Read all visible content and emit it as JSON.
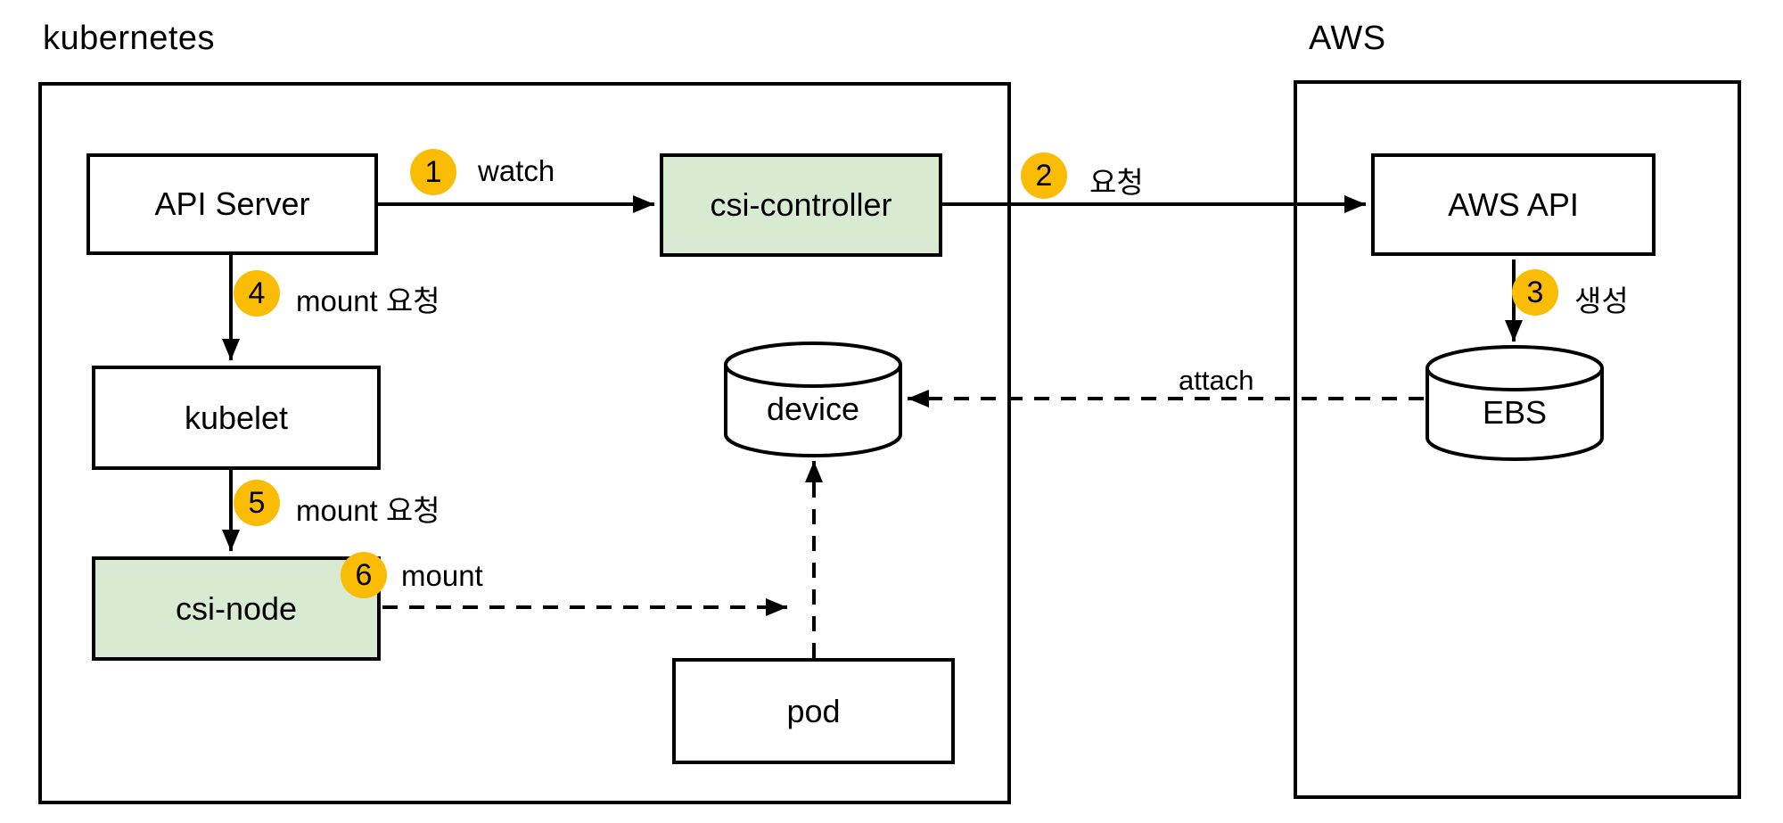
{
  "diagram": {
    "clusters": {
      "kubernetes": {
        "label": "kubernetes"
      },
      "aws": {
        "label": "AWS"
      }
    },
    "nodes": {
      "api_server": {
        "label": "API Server"
      },
      "csi_controller": {
        "label": "csi-controller"
      },
      "kubelet": {
        "label": "kubelet"
      },
      "csi_node": {
        "label": "csi-node"
      },
      "pod": {
        "label": "pod"
      },
      "device": {
        "label": "device"
      },
      "aws_api": {
        "label": "AWS API"
      },
      "ebs": {
        "label": "EBS"
      }
    },
    "edges": {
      "watch": {
        "num": "1",
        "label": "watch"
      },
      "request": {
        "num": "2",
        "label": "요청"
      },
      "create": {
        "num": "3",
        "label": "생성"
      },
      "mount_request_from_api_server": {
        "num": "4",
        "label": "mount 요청"
      },
      "mount_request_from_kubelet": {
        "num": "5",
        "label": "mount 요청"
      },
      "mount_from_csi_node": {
        "num": "6",
        "label": "mount"
      },
      "attach": {
        "label": "attach"
      }
    },
    "colors": {
      "node_green": "#d9ead3",
      "badge_yellow": "#fbbc05",
      "line": "#000000",
      "background": "#ffffff"
    }
  }
}
